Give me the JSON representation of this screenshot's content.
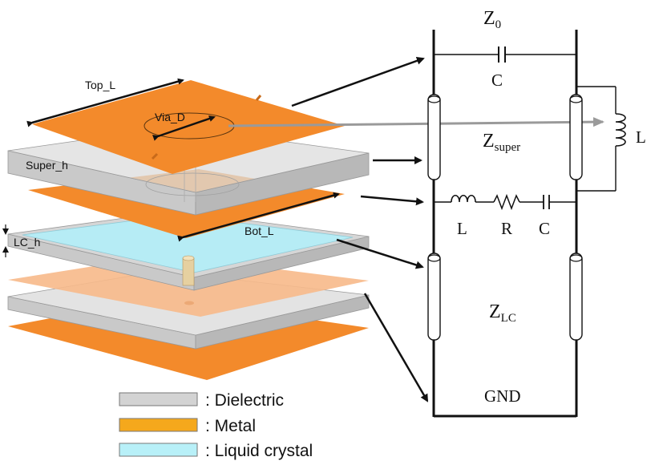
{
  "structure_labels": {
    "top_length": "Top_L",
    "via_diameter": "Via_D",
    "superstrate_height": "Super_h",
    "bottom_length": "Bot_L",
    "lc_height": "LC_h"
  },
  "circuit_labels": {
    "z0_main": "Z",
    "z0_sub": "0",
    "top_capacitor": "C",
    "zsuper_main": "Z",
    "zsuper_sub": "super",
    "shunt_inductor": "L",
    "series_inductor": "L",
    "series_resistor": "R",
    "series_capacitor": "C",
    "zlc_main": "Z",
    "zlc_sub": "LC",
    "ground": "GND"
  },
  "legend": [
    {
      "label": ": Dielectric",
      "color": "#d3d3d3"
    },
    {
      "label": ": Metal",
      "color": "#f5a81c"
    },
    {
      "label": ": Liquid crystal",
      "color": "#b8f0f8"
    }
  ],
  "colors": {
    "metal": "#f38a2b",
    "metal_light": "#f7b98a",
    "dielectric": "#d8d8d8",
    "liquid_crystal": "#b6ecf5"
  }
}
